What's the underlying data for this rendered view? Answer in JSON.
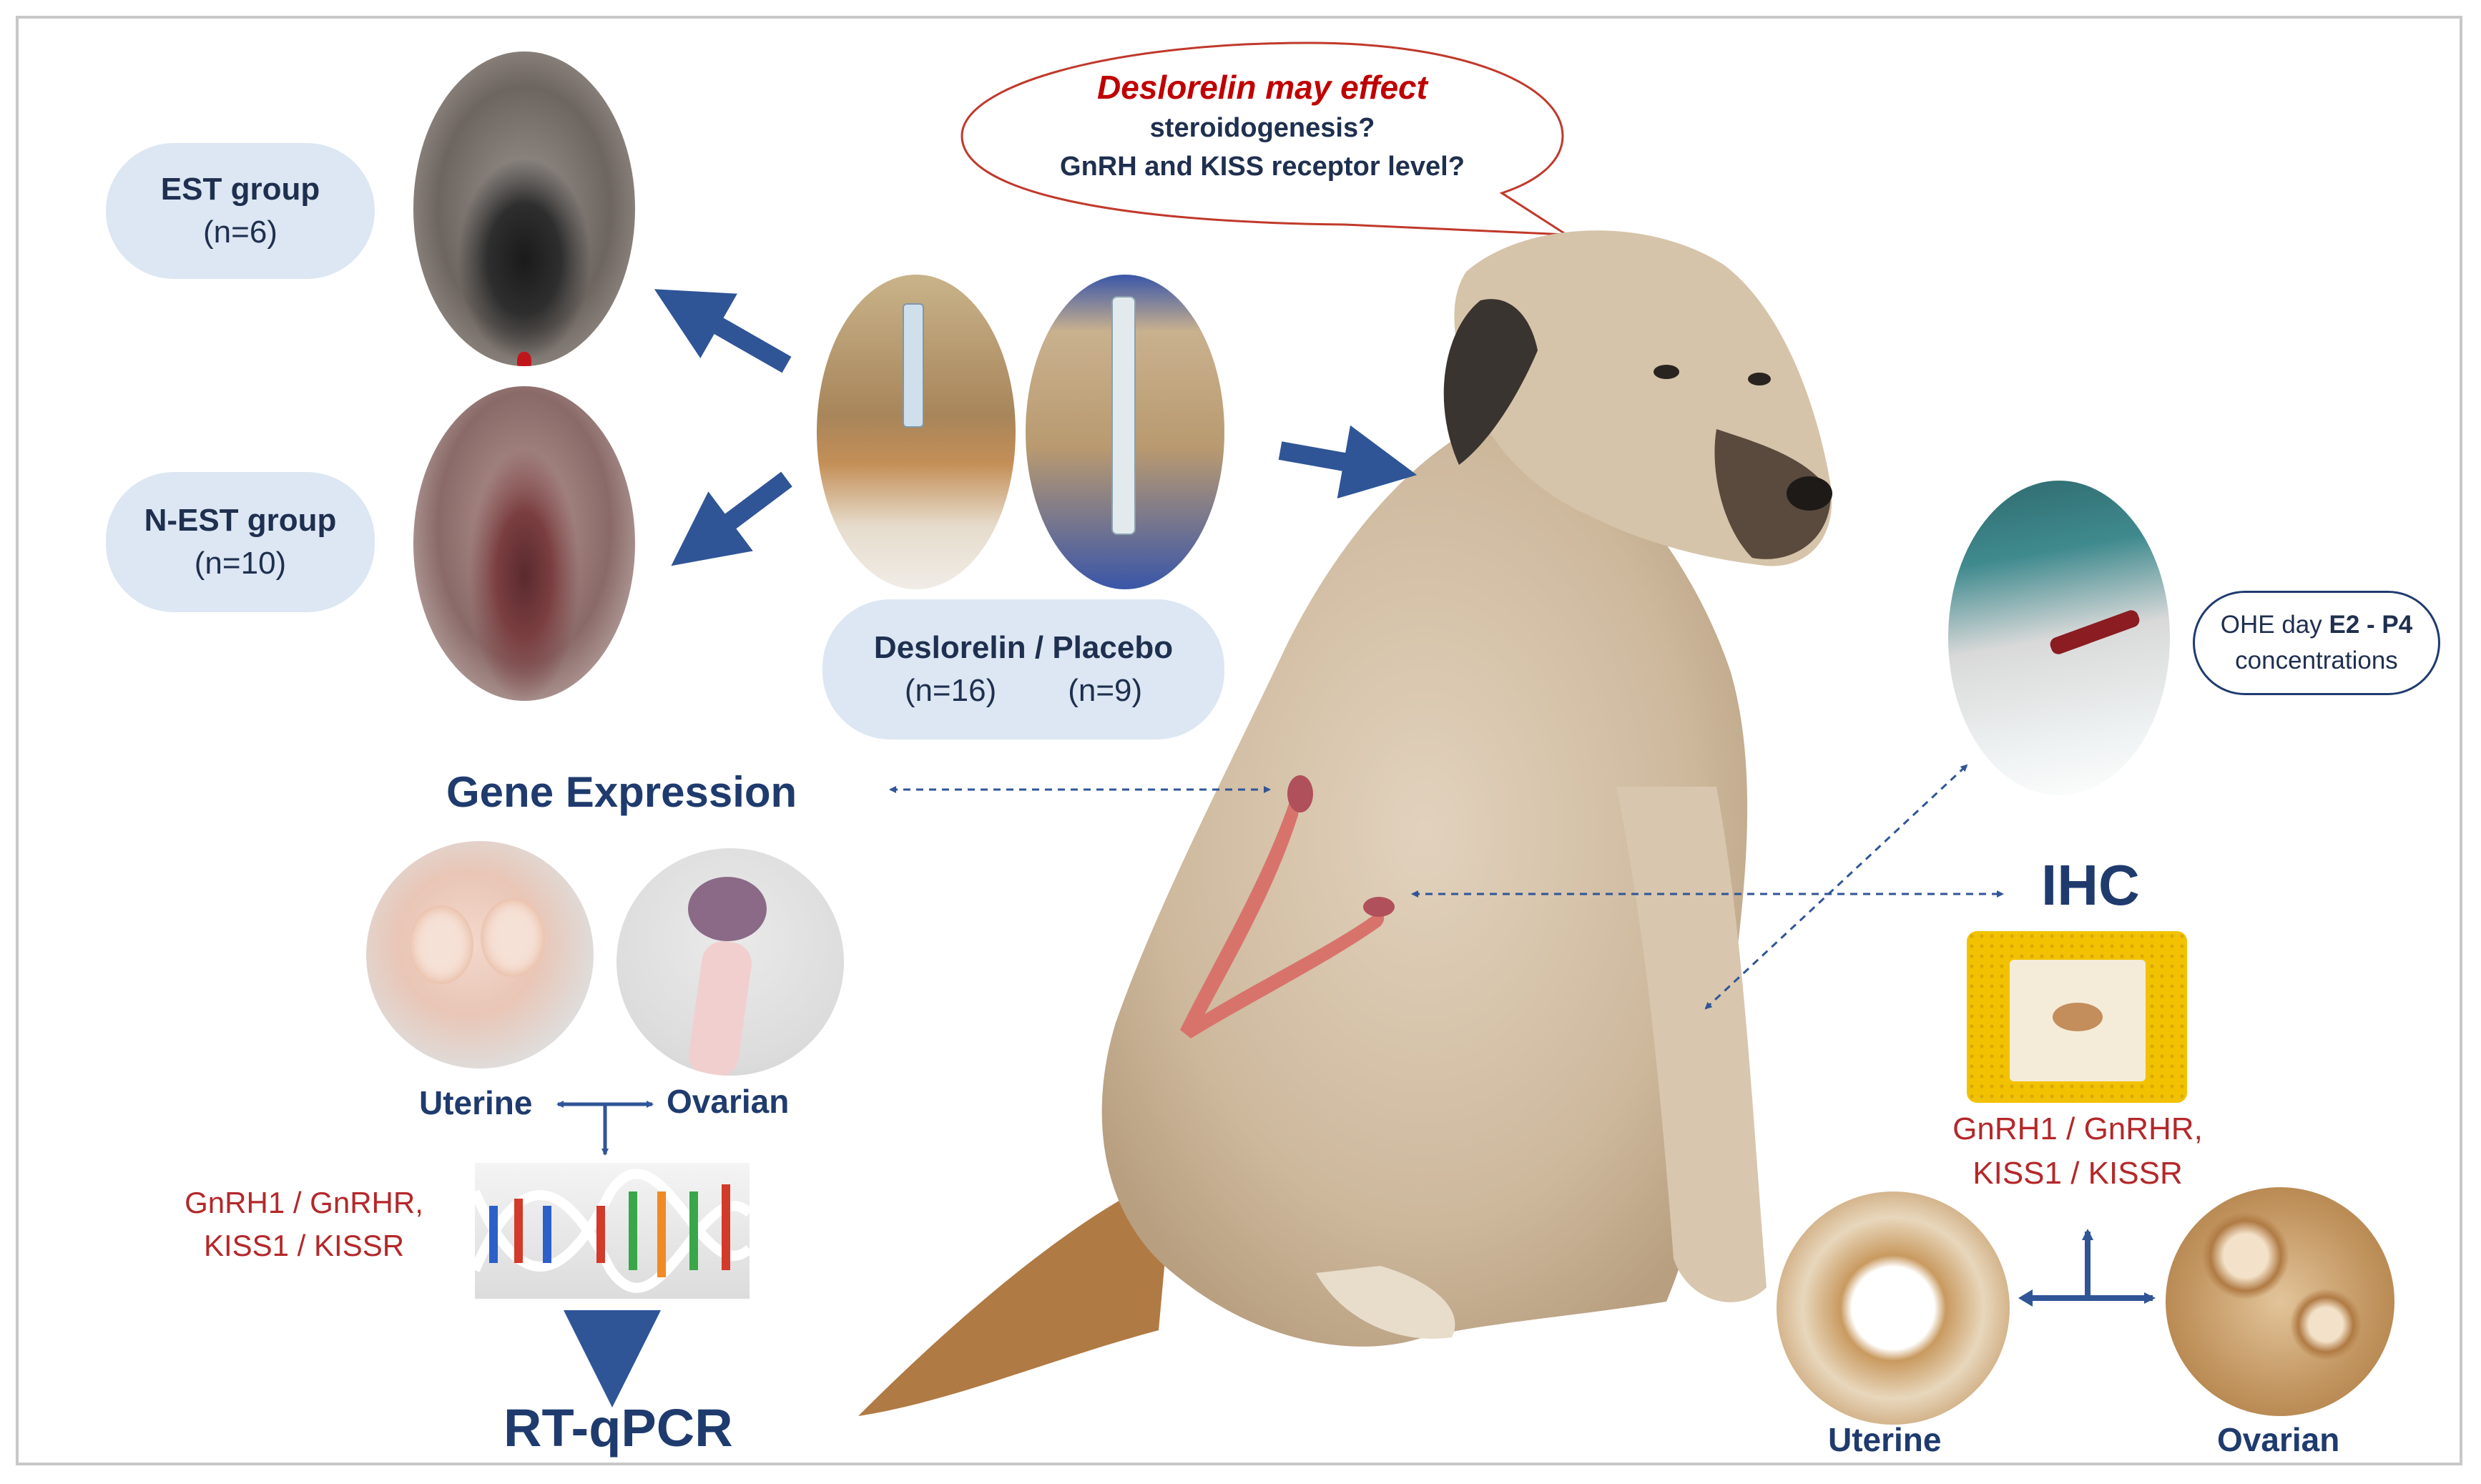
{
  "speech_bubble": {
    "line1": "Deslorelin may effect",
    "line2": "steroidogenesis?",
    "line3": "GnRH and KISS receptor level?"
  },
  "groups": {
    "est": {
      "title": "EST group",
      "count": "(n=6)"
    },
    "nest": {
      "title": "N-EST group",
      "count": "(n=10)"
    }
  },
  "treatment": {
    "title": "Deslorelin / Placebo",
    "count_deslorelin": "(n=16)",
    "count_placebo": "(n=9)"
  },
  "gene_expression": {
    "title": "Gene Expression",
    "uterine_label": "Uterine",
    "ovarian_label": "Ovarian",
    "genes_line1": "GnRH1 / GnRHR,",
    "genes_line2": "KISS1 / KISSR",
    "method": "RT-qPCR"
  },
  "ohe_box": {
    "prefix": "OHE day ",
    "hormones": "E2 - P4",
    "line2": "concentrations"
  },
  "ihc": {
    "title": "IHC",
    "genes_line1": "GnRH1 / GnRHR,",
    "genes_line2": "KISS1 / KISSR",
    "uterine_label": "Uterine",
    "ovarian_label": "Ovarian"
  },
  "colors": {
    "navy": "#1f3b6e",
    "arrow_blue": "#2f5597",
    "red_text": "#b4282a",
    "pill_fill": "#dce7f3"
  }
}
